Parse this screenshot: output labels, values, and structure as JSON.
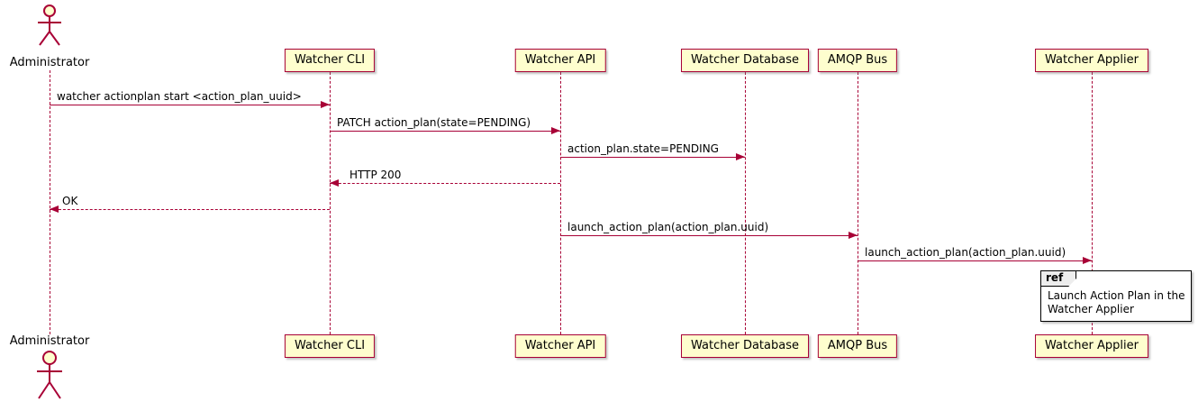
{
  "diagram": {
    "type": "sequence",
    "colors": {
      "participant_fill": "#FEFECE",
      "participant_border": "#A80036",
      "arrow": "#A80036",
      "ref_border": "#000000"
    },
    "actor": {
      "name": "Administrator"
    },
    "participants": [
      {
        "name": "Watcher CLI"
      },
      {
        "name": "Watcher API"
      },
      {
        "name": "Watcher Database"
      },
      {
        "name": "AMQP Bus"
      },
      {
        "name": "Watcher Applier"
      }
    ],
    "messages": [
      {
        "from": "Administrator",
        "to": "Watcher CLI",
        "label": "watcher actionplan start <action_plan_uuid>",
        "style": "solid"
      },
      {
        "from": "Watcher CLI",
        "to": "Watcher API",
        "label": "PATCH action_plan(state=PENDING)",
        "style": "solid"
      },
      {
        "from": "Watcher API",
        "to": "Watcher Database",
        "label": "action_plan.state=PENDING",
        "style": "solid"
      },
      {
        "from": "Watcher API",
        "to": "Watcher CLI",
        "label": "HTTP 200",
        "style": "dashed"
      },
      {
        "from": "Watcher CLI",
        "to": "Administrator",
        "label": "OK",
        "style": "dashed"
      },
      {
        "from": "Watcher API",
        "to": "AMQP Bus",
        "label": "launch_action_plan(action_plan.uuid)",
        "style": "solid"
      },
      {
        "from": "AMQP Bus",
        "to": "Watcher Applier",
        "label": "launch_action_plan(action_plan.uuid)",
        "style": "solid"
      }
    ],
    "ref": {
      "tag": "ref",
      "text_lines": [
        "Launch Action Plan in the",
        "Watcher Applier"
      ]
    }
  }
}
